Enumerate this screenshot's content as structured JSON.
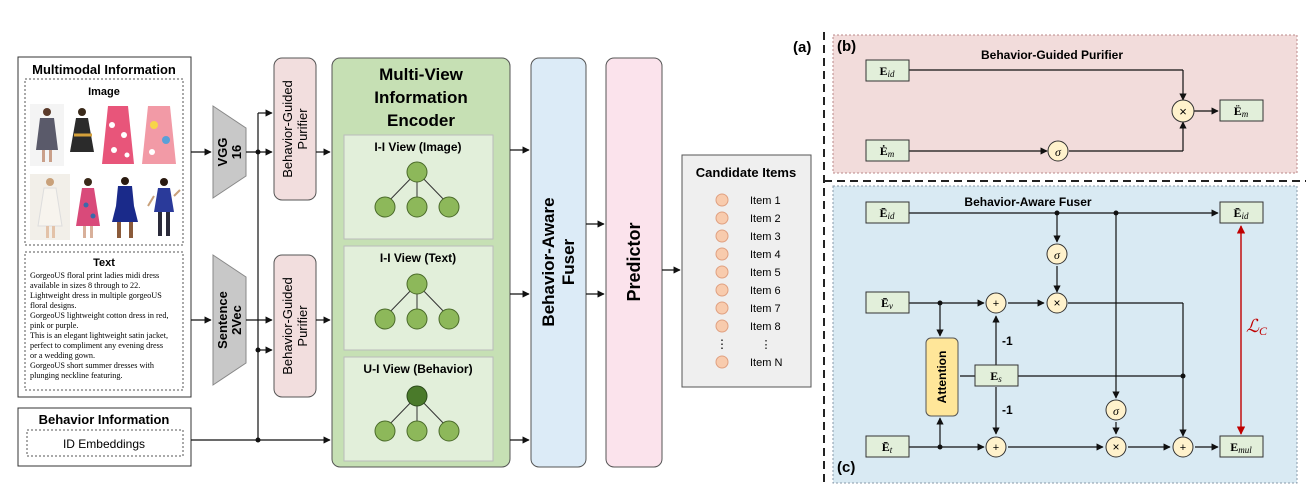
{
  "panel_labels": {
    "a": "(a)",
    "b": "(b)",
    "c": "(c)"
  },
  "multimodal": {
    "title": "Multimodal Information",
    "image_label": "Image",
    "text_label": "Text",
    "text_lines": [
      "GorgeoUS floral print ladies midi dress",
      "available in sizes 8 through to 22.",
      "Lightweight dress in multiple gorgeoUS",
      "floral designs.",
      "GorgeoUS lightweight cotton dress in red,",
      "pink or purple.",
      "This is an elegant lightweight satin jacket,",
      "perfect to compliment any evening dress",
      "or a wedding gown.",
      "GorgeoUS short summer dresses with",
      "plunging neckline featuring."
    ]
  },
  "behavior": {
    "title": "Behavior Information",
    "id_embeddings": "ID Embeddings"
  },
  "extractors": {
    "vgg": [
      "VGG",
      "16"
    ],
    "sentence": [
      "Sentence",
      "2Vec"
    ]
  },
  "purifier_label": [
    "Behavior-Guided",
    "Purifier"
  ],
  "encoder": {
    "title": [
      "Multi-View",
      "Information",
      "Encoder"
    ],
    "views": [
      "I-I View (Image)",
      "I-I View (Text)",
      "U-I View (Behavior)"
    ]
  },
  "fuser_label": [
    "Behavior-Aware",
    "Fuser"
  ],
  "predictor_label": "Predictor",
  "candidates": {
    "title": "Candidate Items",
    "items": [
      "Item 1",
      "Item 2",
      "Item 3",
      "Item 4",
      "Item 5",
      "Item 6",
      "Item 7",
      "Item 8",
      "⋮",
      "Item N"
    ],
    "left_ellipsis": "⋮"
  },
  "panel_b": {
    "title": "Behavior-Guided Purifier",
    "e_id": {
      "base": "E",
      "sub": "id"
    },
    "e_m_in": {
      "base": "Ė",
      "sub": "m"
    },
    "e_m_out": {
      "base": "Ë",
      "sub": "m"
    },
    "sigma": "σ",
    "times": "×"
  },
  "panel_c": {
    "title": "Behavior-Aware Fuser",
    "e_id_in": {
      "base": "Ē",
      "sub": "id"
    },
    "e_id_out": {
      "base": "Ē",
      "sub": "id"
    },
    "e_v": {
      "base": "Ē",
      "sub": "v"
    },
    "e_t": {
      "base": "Ē",
      "sub": "t"
    },
    "e_s": {
      "base": "E",
      "sub": "s"
    },
    "e_mul": {
      "base": "E",
      "sub": "mul"
    },
    "attention": "Attention",
    "minus_one": "-1",
    "loss": {
      "base": "ℒ",
      "sub": "C"
    },
    "sigma": "σ",
    "times": "×",
    "plus": "+"
  },
  "colors": {
    "purifier_fill": "#f2dede",
    "encoder_fill": "#c6e0b4",
    "view_fill": "#e2efda",
    "node_fill": "#8db85a",
    "node_dark": "#4a7a2a",
    "fuser_fill": "#dcebf7",
    "predictor_fill": "#fbe3ec",
    "item_dot": "#f8cbad",
    "panel_b_fill": "#f2dcdb",
    "panel_c_fill": "#d9eaf3",
    "mat_fill": "#e2efda",
    "attention_fill": "#ffe699",
    "loss_color": "#c00000"
  }
}
